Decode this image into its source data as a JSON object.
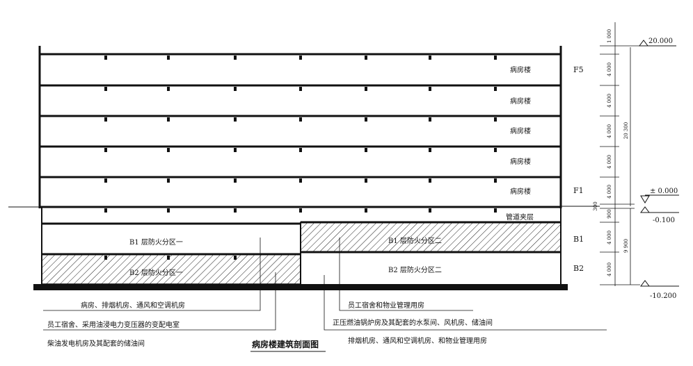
{
  "drawing": {
    "title": "病房楼建筑剖面图",
    "ward_label": "病房楼",
    "pipe_layer_label": "管道夹层",
    "b1_zone1": "B1 层防火分区一",
    "b1_zone2": "B1 层防火分区二",
    "b2_zone1": "B2 层防火分区一",
    "b2_zone2": "B2 层防火分区二",
    "floor_tags": {
      "f5": "F5",
      "f1": "F1",
      "b1": "B1",
      "b2": "B2"
    },
    "elevations": {
      "top": "20.000",
      "ground": "± 0.000",
      "pipe": "-0.100",
      "bottom": "-10.200"
    },
    "dimensions": {
      "d1000": "1 000",
      "d4000": "4 000",
      "d20300": "20 300",
      "d300": "300",
      "d900": "900",
      "d9900": "9 900"
    },
    "annotations": {
      "a1": "病房、排烟机房、通风和空调机房",
      "a2": "员工宿舍、采用油浸电力变压器的变配电室",
      "a3": "柴油发电机房及其配套的储油间",
      "a4": "员工宿舍和物业管理用房",
      "a5": "正压燃油锅炉房及其配套的水泵间、风机房、储油间",
      "a6": "排烟机房、通风和空调机房、和物业管理用房"
    }
  }
}
